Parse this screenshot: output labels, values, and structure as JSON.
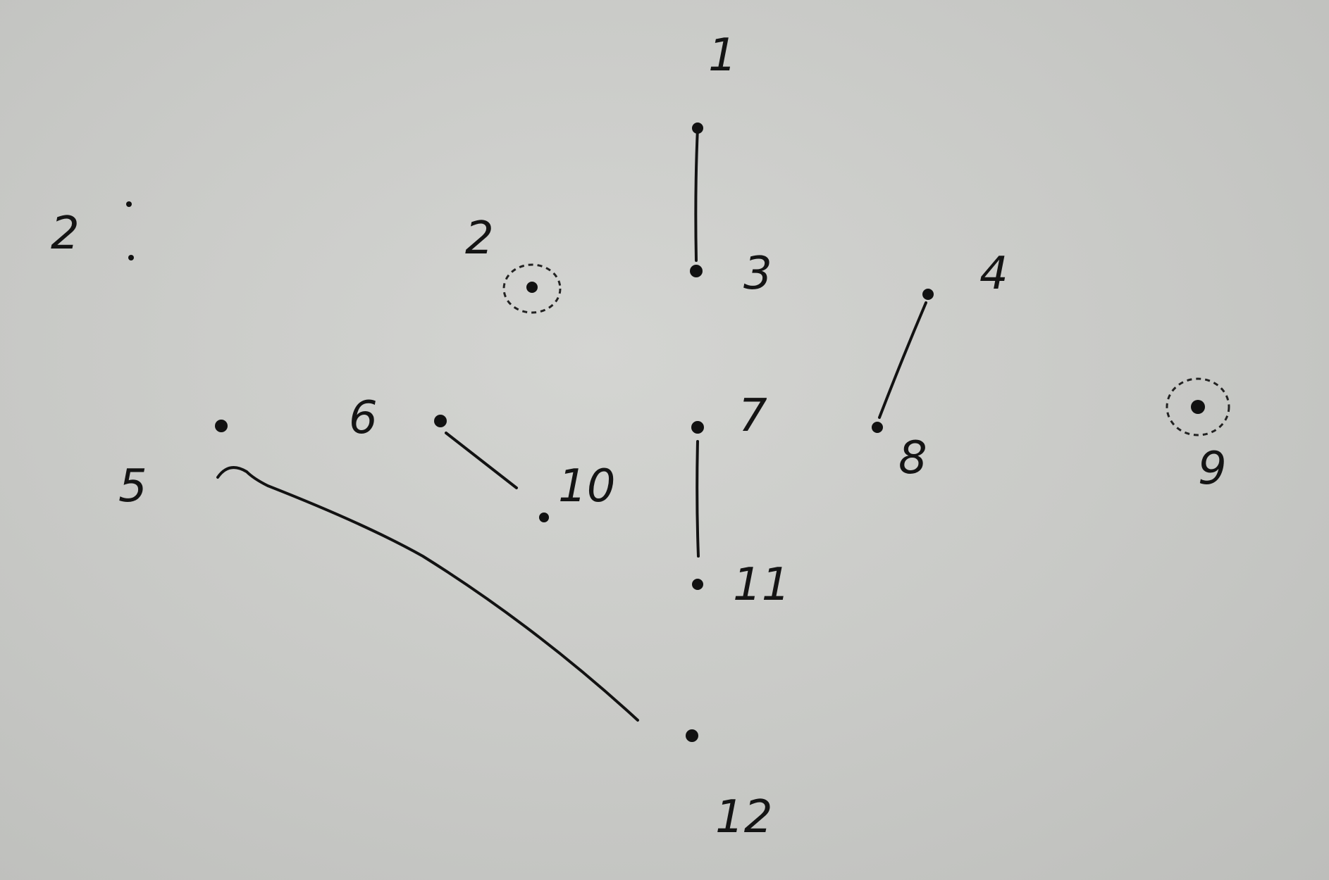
{
  "caption": {
    "text": "2"
  },
  "nodes": [
    {
      "id": "node-1",
      "label": "1"
    },
    {
      "id": "node-2",
      "label": "2",
      "ring": true
    },
    {
      "id": "node-3",
      "label": "3"
    },
    {
      "id": "node-4",
      "label": "4"
    },
    {
      "id": "node-5",
      "label": "5"
    },
    {
      "id": "node-6",
      "label": "6"
    },
    {
      "id": "node-7",
      "label": "7"
    },
    {
      "id": "node-8",
      "label": "8"
    },
    {
      "id": "node-9",
      "label": "9",
      "ring": true
    },
    {
      "id": "node-10",
      "label": "10"
    },
    {
      "id": "node-11",
      "label": "11"
    },
    {
      "id": "node-12",
      "label": "12"
    }
  ],
  "edges": [
    {
      "from": "1",
      "to": "3"
    },
    {
      "from": "4",
      "to": "8"
    },
    {
      "from": "6",
      "to": "10"
    },
    {
      "from": "7",
      "to": "11"
    },
    {
      "from": "5",
      "to": "12"
    }
  ],
  "colors": {
    "paper": "#c9cac7",
    "ink": "#121212"
  }
}
